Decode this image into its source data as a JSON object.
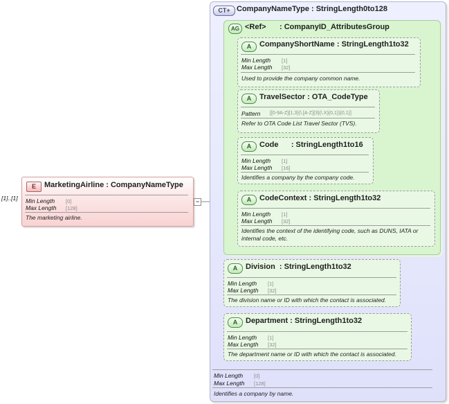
{
  "complex_type": {
    "tag": "CT",
    "title": "CompanyNameType : StringLength0to128",
    "props": [
      {
        "label": "Min Length",
        "value": "[0]"
      },
      {
        "label": "Max Length",
        "value": "[128]"
      }
    ],
    "description": "Identifies a company by name."
  },
  "attribute_group": {
    "tag": "AG",
    "ref_label": "<Ref>",
    "title": ": CompanyID_AttributesGroup"
  },
  "group_attributes": [
    {
      "tag": "A",
      "title": "CompanyShortName : StringLength1to32",
      "props": [
        {
          "label": "Min Length",
          "value": "[1]"
        },
        {
          "label": "Max Length",
          "value": "[32]"
        }
      ],
      "description": "Used to provide the company common name."
    },
    {
      "tag": "A",
      "title": "TravelSector : OTA_CodeType",
      "props": [
        {
          "label": "Pattern",
          "value": "[[0-9A-Z]{1,3}(\\.[A-Z]{3}(\\.X){0,1}){0,1}]"
        }
      ],
      "description": "Refer to OTA Code List Travel Sector (TVS)."
    },
    {
      "tag": "A",
      "title": "Code      : StringLength1to16",
      "props": [
        {
          "label": "Min Length",
          "value": "[1]"
        },
        {
          "label": "Max Length",
          "value": "[16]"
        }
      ],
      "description": "Identifies a company by the company code."
    },
    {
      "tag": "A",
      "title": "CodeContext : StringLength1to32",
      "props": [
        {
          "label": "Min Length",
          "value": "[1]"
        },
        {
          "label": "Max Length",
          "value": "[32]"
        }
      ],
      "description": "Identifies the context of the identifying code, such as DUNS, IATA or internal code, etc."
    }
  ],
  "attributes": [
    {
      "tag": "A",
      "title": "Division  : StringLength1to32",
      "props": [
        {
          "label": "Min Length",
          "value": "[1]"
        },
        {
          "label": "Max Length",
          "value": "[32]"
        }
      ],
      "description": "The division name or ID with which the contact is associated."
    },
    {
      "tag": "A",
      "title": "Department : StringLength1to32",
      "props": [
        {
          "label": "Min Length",
          "value": "[1]"
        },
        {
          "label": "Max Length",
          "value": "[32]"
        }
      ],
      "description": "The department name or ID with which the contact is associated."
    }
  ],
  "element": {
    "tag": "E",
    "occurrence": "[1]..[1]",
    "title": "MarketingAirline : CompanyNameType",
    "props": [
      {
        "label": "Min Length",
        "value": "[0]"
      },
      {
        "label": "Max Length",
        "value": "[128]"
      }
    ],
    "description": "The marketing airline.",
    "collapse_symbol": "−"
  },
  "colors": {
    "complex_type_bg": "#eef0ff",
    "attribute_group_bg": "#d8f5d0",
    "attribute_bg": "#e9f8e4",
    "element_bg": "#f9d3d3"
  }
}
